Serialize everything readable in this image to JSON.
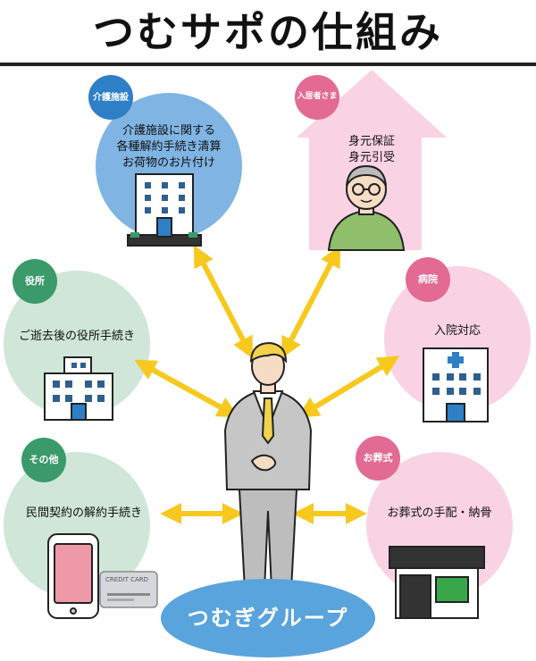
{
  "title": "つむサポの仕組み",
  "nodes": {
    "care": {
      "badge": "介護施設",
      "lines": [
        "介護施設に関する",
        "各種解約手続き清算",
        "お荷物のお片付け"
      ]
    },
    "resident": {
      "badge": "入居者さま",
      "lines": [
        "身元保証",
        "身元引受"
      ]
    },
    "office": {
      "badge": "役所",
      "lines": [
        "ご逝去後の役所手続き"
      ]
    },
    "hospital": {
      "badge": "病院",
      "lines": [
        "入院対応"
      ]
    },
    "other": {
      "badge": "その他",
      "lines": [
        "民間契約の解約手続き"
      ],
      "card_text": "CREDIT CARD"
    },
    "funeral": {
      "badge": "お葬式",
      "lines": [
        "お葬式の手配・納骨"
      ]
    }
  },
  "center": {
    "label": "つむぎグループ"
  },
  "colors": {
    "blue_node": "#7fb4e3",
    "blue_badge": "#2f7fc7",
    "pink_node": "#f9d3e3",
    "pink_badge": "#e36a92",
    "green_node": "#cfe6d8",
    "green_badge": "#3a9a6a",
    "arrow": "#f7c81e",
    "group": "#5aa4dd"
  }
}
